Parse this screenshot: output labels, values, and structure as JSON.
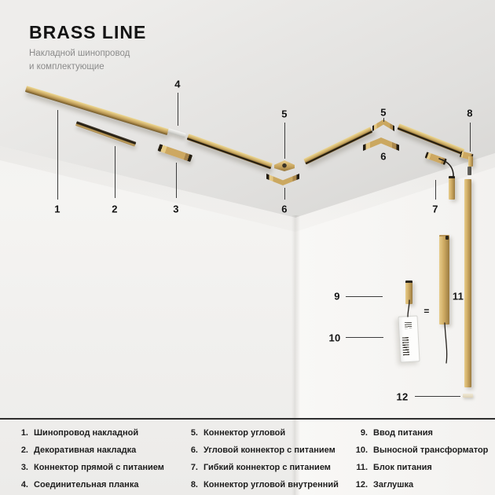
{
  "header": {
    "title": "BRASS LINE",
    "subtitle_line1": "Накладной шинопровод",
    "subtitle_line2": "и комплектующие"
  },
  "diagram": {
    "callouts": [
      "1",
      "2",
      "3",
      "4",
      "5",
      "5",
      "6",
      "6",
      "7",
      "8",
      "9",
      "10",
      "11",
      "12"
    ],
    "equals_sign": "="
  },
  "legend": {
    "cols": [
      [
        {
          "n": "1.",
          "t": "Шинопровод накладной"
        },
        {
          "n": "2.",
          "t": "Декоративная накладка"
        },
        {
          "n": "3.",
          "t": "Коннектор прямой с питанием"
        },
        {
          "n": "4.",
          "t": "Соединительная планка"
        }
      ],
      [
        {
          "n": "5.",
          "t": "Коннектор угловой"
        },
        {
          "n": "6.",
          "t": "Угловой коннектор с питанием"
        },
        {
          "n": "7.",
          "t": "Гибкий коннектор с питанием"
        },
        {
          "n": "8.",
          "t": "Коннектор угловой внутренний"
        }
      ],
      [
        {
          "n": "9.",
          "t": "Ввод питания"
        },
        {
          "n": "10.",
          "t": "Выносной трансформатор"
        },
        {
          "n": "11.",
          "t": "Блок питания"
        },
        {
          "n": "12.",
          "t": "Заглушка"
        }
      ]
    ]
  },
  "colors": {
    "brass": "#c9a45f",
    "brass_light": "#e8d194",
    "brass_dark": "#8a6c39",
    "ceiling": "#dcdbd9",
    "wall": "#f4f3f1",
    "text": "#1a1a1a",
    "subtitle": "#8b8b8b"
  }
}
